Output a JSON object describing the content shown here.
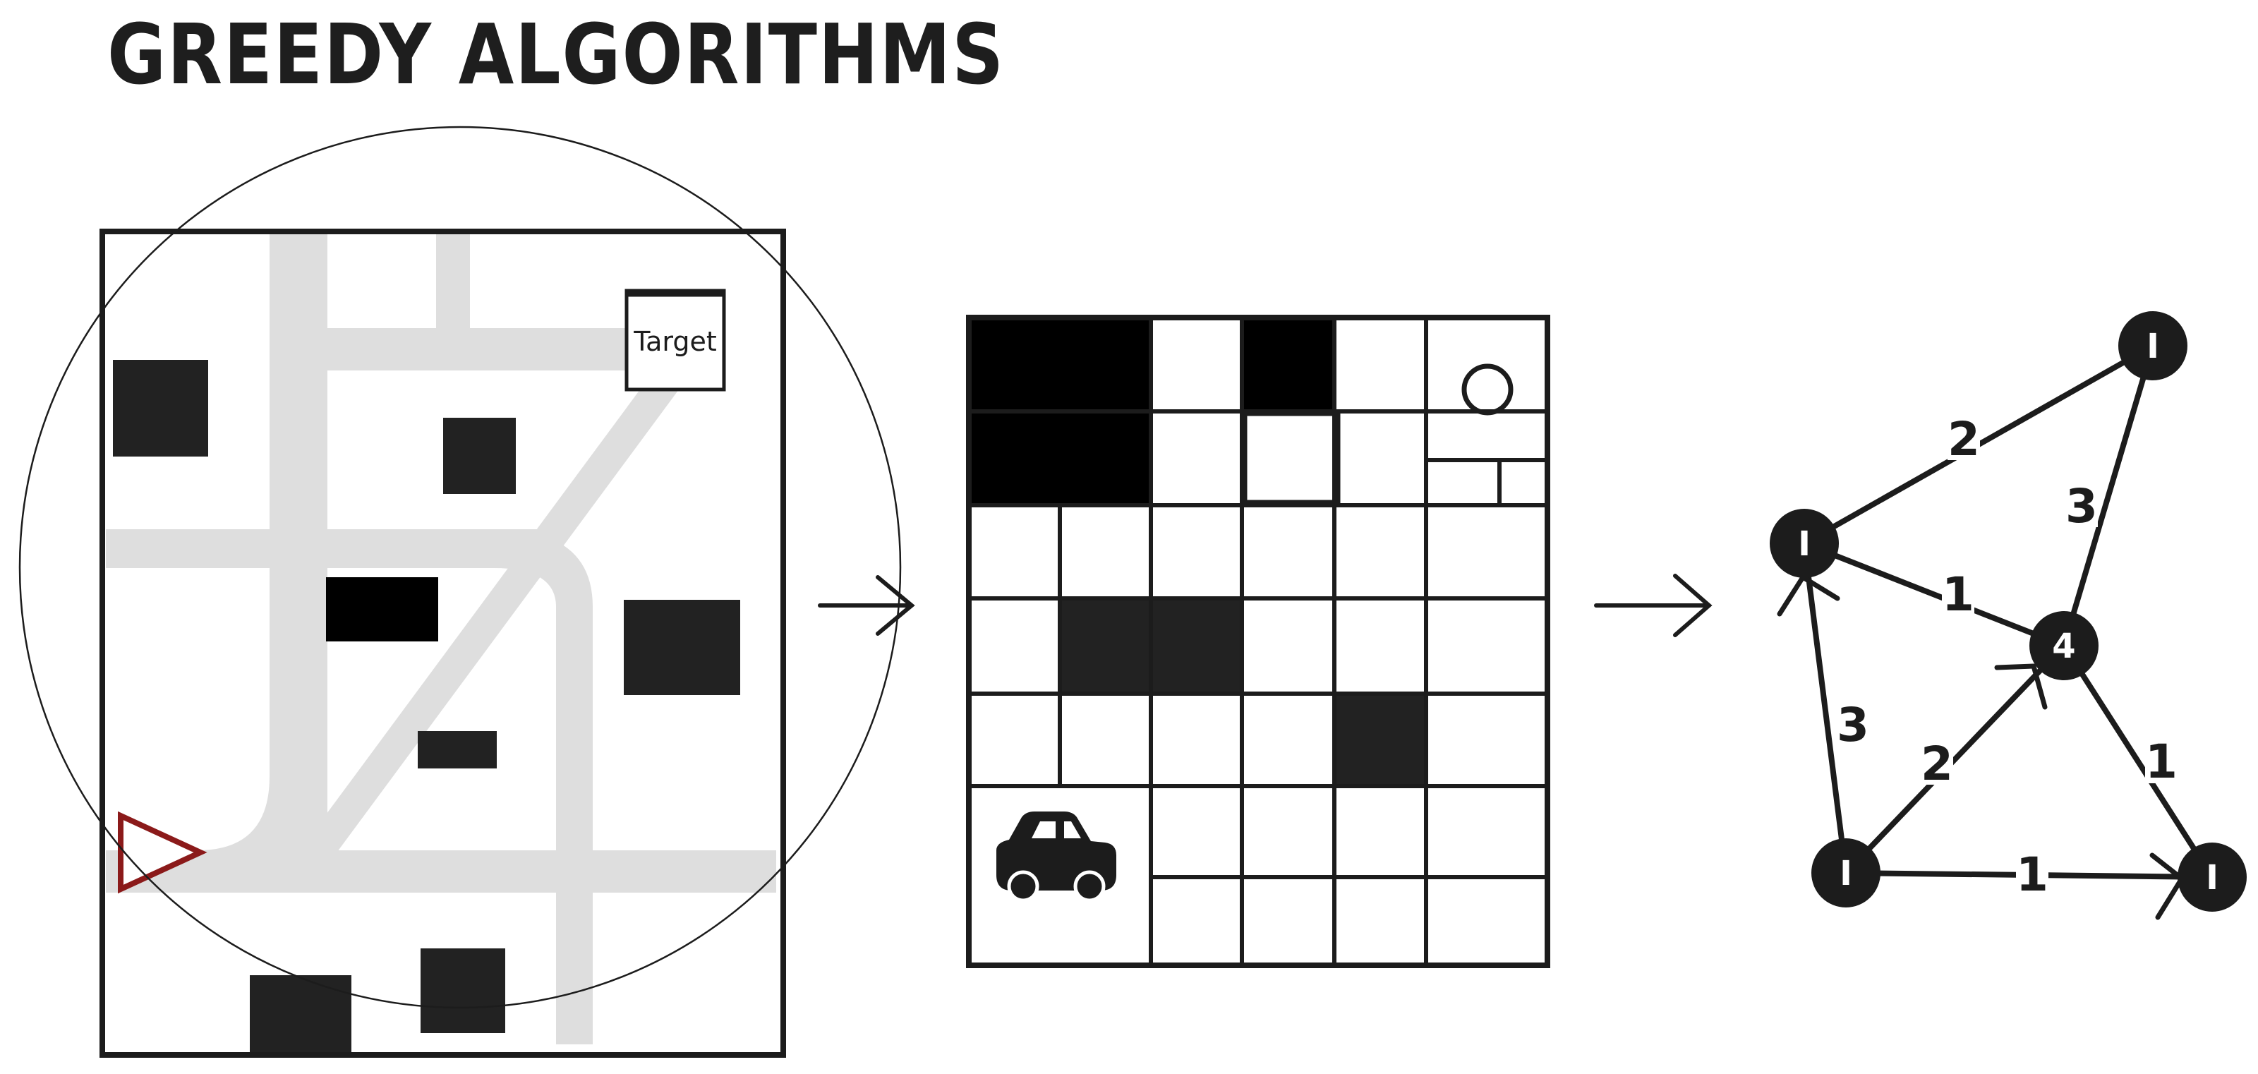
{
  "header": {
    "title": "GREEDY ALGORITHMS"
  },
  "map_panel": {
    "target_label": "Target"
  },
  "graph": {
    "nodes": [
      {
        "id": "top",
        "label": "I"
      },
      {
        "id": "left",
        "label": "I"
      },
      {
        "id": "center",
        "label": "4"
      },
      {
        "id": "bottom-left",
        "label": "I"
      },
      {
        "id": "bottom-right",
        "label": "I"
      }
    ],
    "edge_weights": {
      "top_left": "2",
      "top_center": "3",
      "left_center": "1",
      "bottomleft_left": "3",
      "bottomleft_center": "2",
      "center_bottomright": "1",
      "bottomleft_bottomright": "1"
    }
  },
  "colors": {
    "ink": "#1c1c1c",
    "road": "#dedede",
    "start_marker": "#8b1a1a"
  }
}
